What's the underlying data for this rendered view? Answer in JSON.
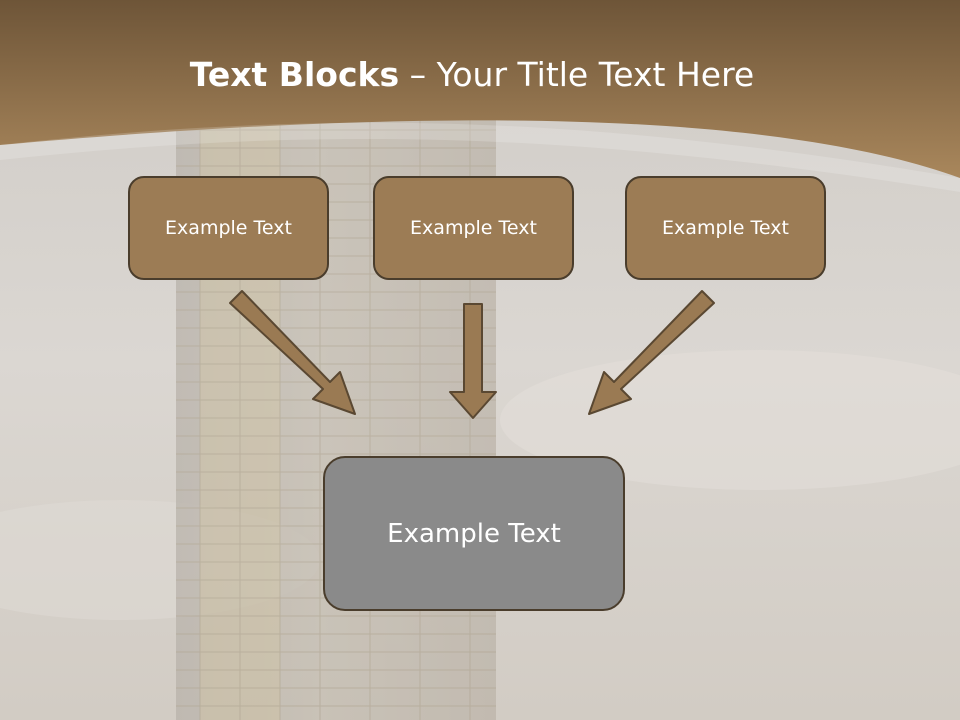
{
  "slide": {
    "title_bold": "Text Blocks",
    "title_dash": " – ",
    "title_rest": "Your Title Text Here"
  },
  "blocks": [
    {
      "label": "Example Text"
    },
    {
      "label": "Example Text"
    },
    {
      "label": "Example Text"
    }
  ],
  "result_block": {
    "label": "Example Text"
  },
  "colors": {
    "header_brown": "#8f7049",
    "box_fill": "#9c7c55",
    "box_border": "#4a3d2c",
    "result_fill": "#8a8a8a",
    "arrow_fill": "#9a7a53"
  }
}
